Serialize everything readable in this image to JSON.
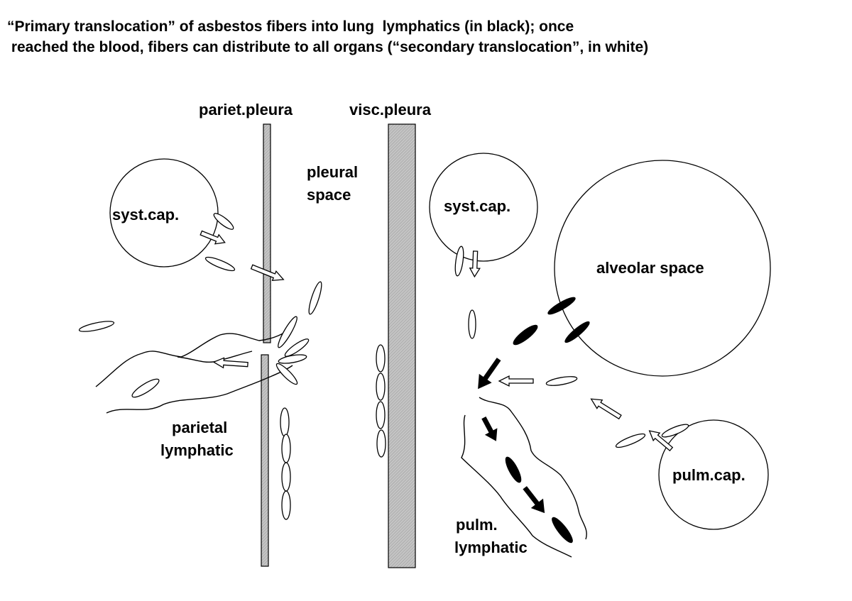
{
  "title": {
    "line1": "“Primary translocation” of asbestos fibers into lung  lymphatics (in black); once",
    "line2": " reached the blood, fibers can distribute to all organs (“secondary translocation”, in white)"
  },
  "labels": {
    "pariet_pleura": "pariet.pleura",
    "visc_pleura": "visc.pleura",
    "pleural_space_1": "pleural",
    "pleural_space_2": "space",
    "syst_cap_left": "syst.cap.",
    "syst_cap_right": "syst.cap.",
    "alveolar_space": "alveolar space",
    "parietal_lymphatic_1": "parietal",
    "parietal_lymphatic_2": "lymphatic",
    "pulm_lymphatic_1": "pulm.",
    "pulm_lymphatic_2": "lymphatic",
    "pulm_cap": "pulm.cap."
  },
  "legend": {
    "primary_color": "#000000",
    "secondary_color": "#ffffff",
    "pleura_fill": "#b8b8b8"
  }
}
